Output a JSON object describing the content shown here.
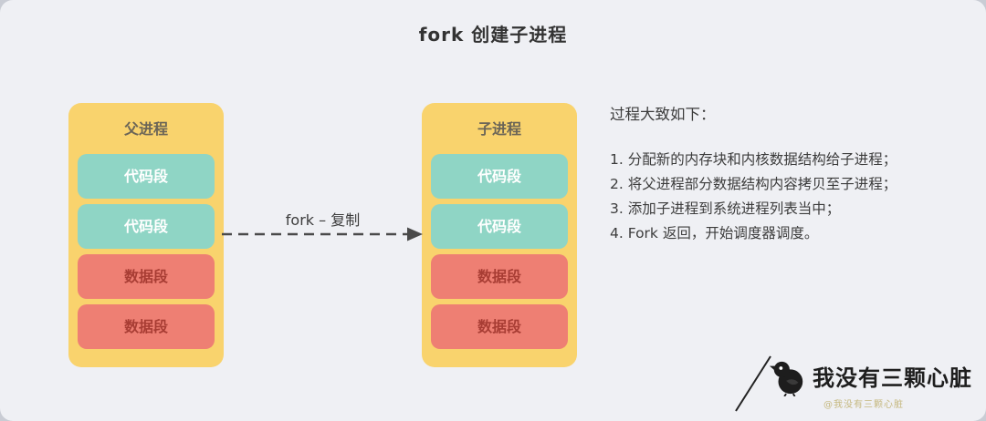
{
  "title": "fork 创建子进程",
  "diagram": {
    "parent": {
      "label": "父进程",
      "segments": [
        {
          "label": "代码段",
          "type": "code"
        },
        {
          "label": "代码段",
          "type": "code"
        },
        {
          "label": "数据段",
          "type": "data"
        },
        {
          "label": "数据段",
          "type": "data"
        }
      ]
    },
    "child": {
      "label": "子进程",
      "segments": [
        {
          "label": "代码段",
          "type": "code"
        },
        {
          "label": "代码段",
          "type": "code"
        },
        {
          "label": "数据段",
          "type": "data"
        },
        {
          "label": "数据段",
          "type": "data"
        }
      ]
    },
    "arrow_label": "fork – 复制"
  },
  "description": {
    "heading": "过程大致如下：",
    "steps": [
      "1. 分配新的内存块和内核数据结构给子进程；",
      "2. 将父进程部分数据结构内容拷贝至子进程；",
      "3. 添加子进程到系统进程列表当中；",
      "4. Fork 返回，开始调度器调度。"
    ]
  },
  "watermark": {
    "name": "我没有三颗心脏",
    "credit": "@我没有三颗心脏"
  },
  "colors": {
    "container_yellow": "#f9d36d",
    "code_segment_teal": "#8fd5c5",
    "data_segment_red": "#ee7f73",
    "background": "#eff0f4",
    "arrow": "#4a4a4a",
    "credit_text": "#c5b87f"
  }
}
